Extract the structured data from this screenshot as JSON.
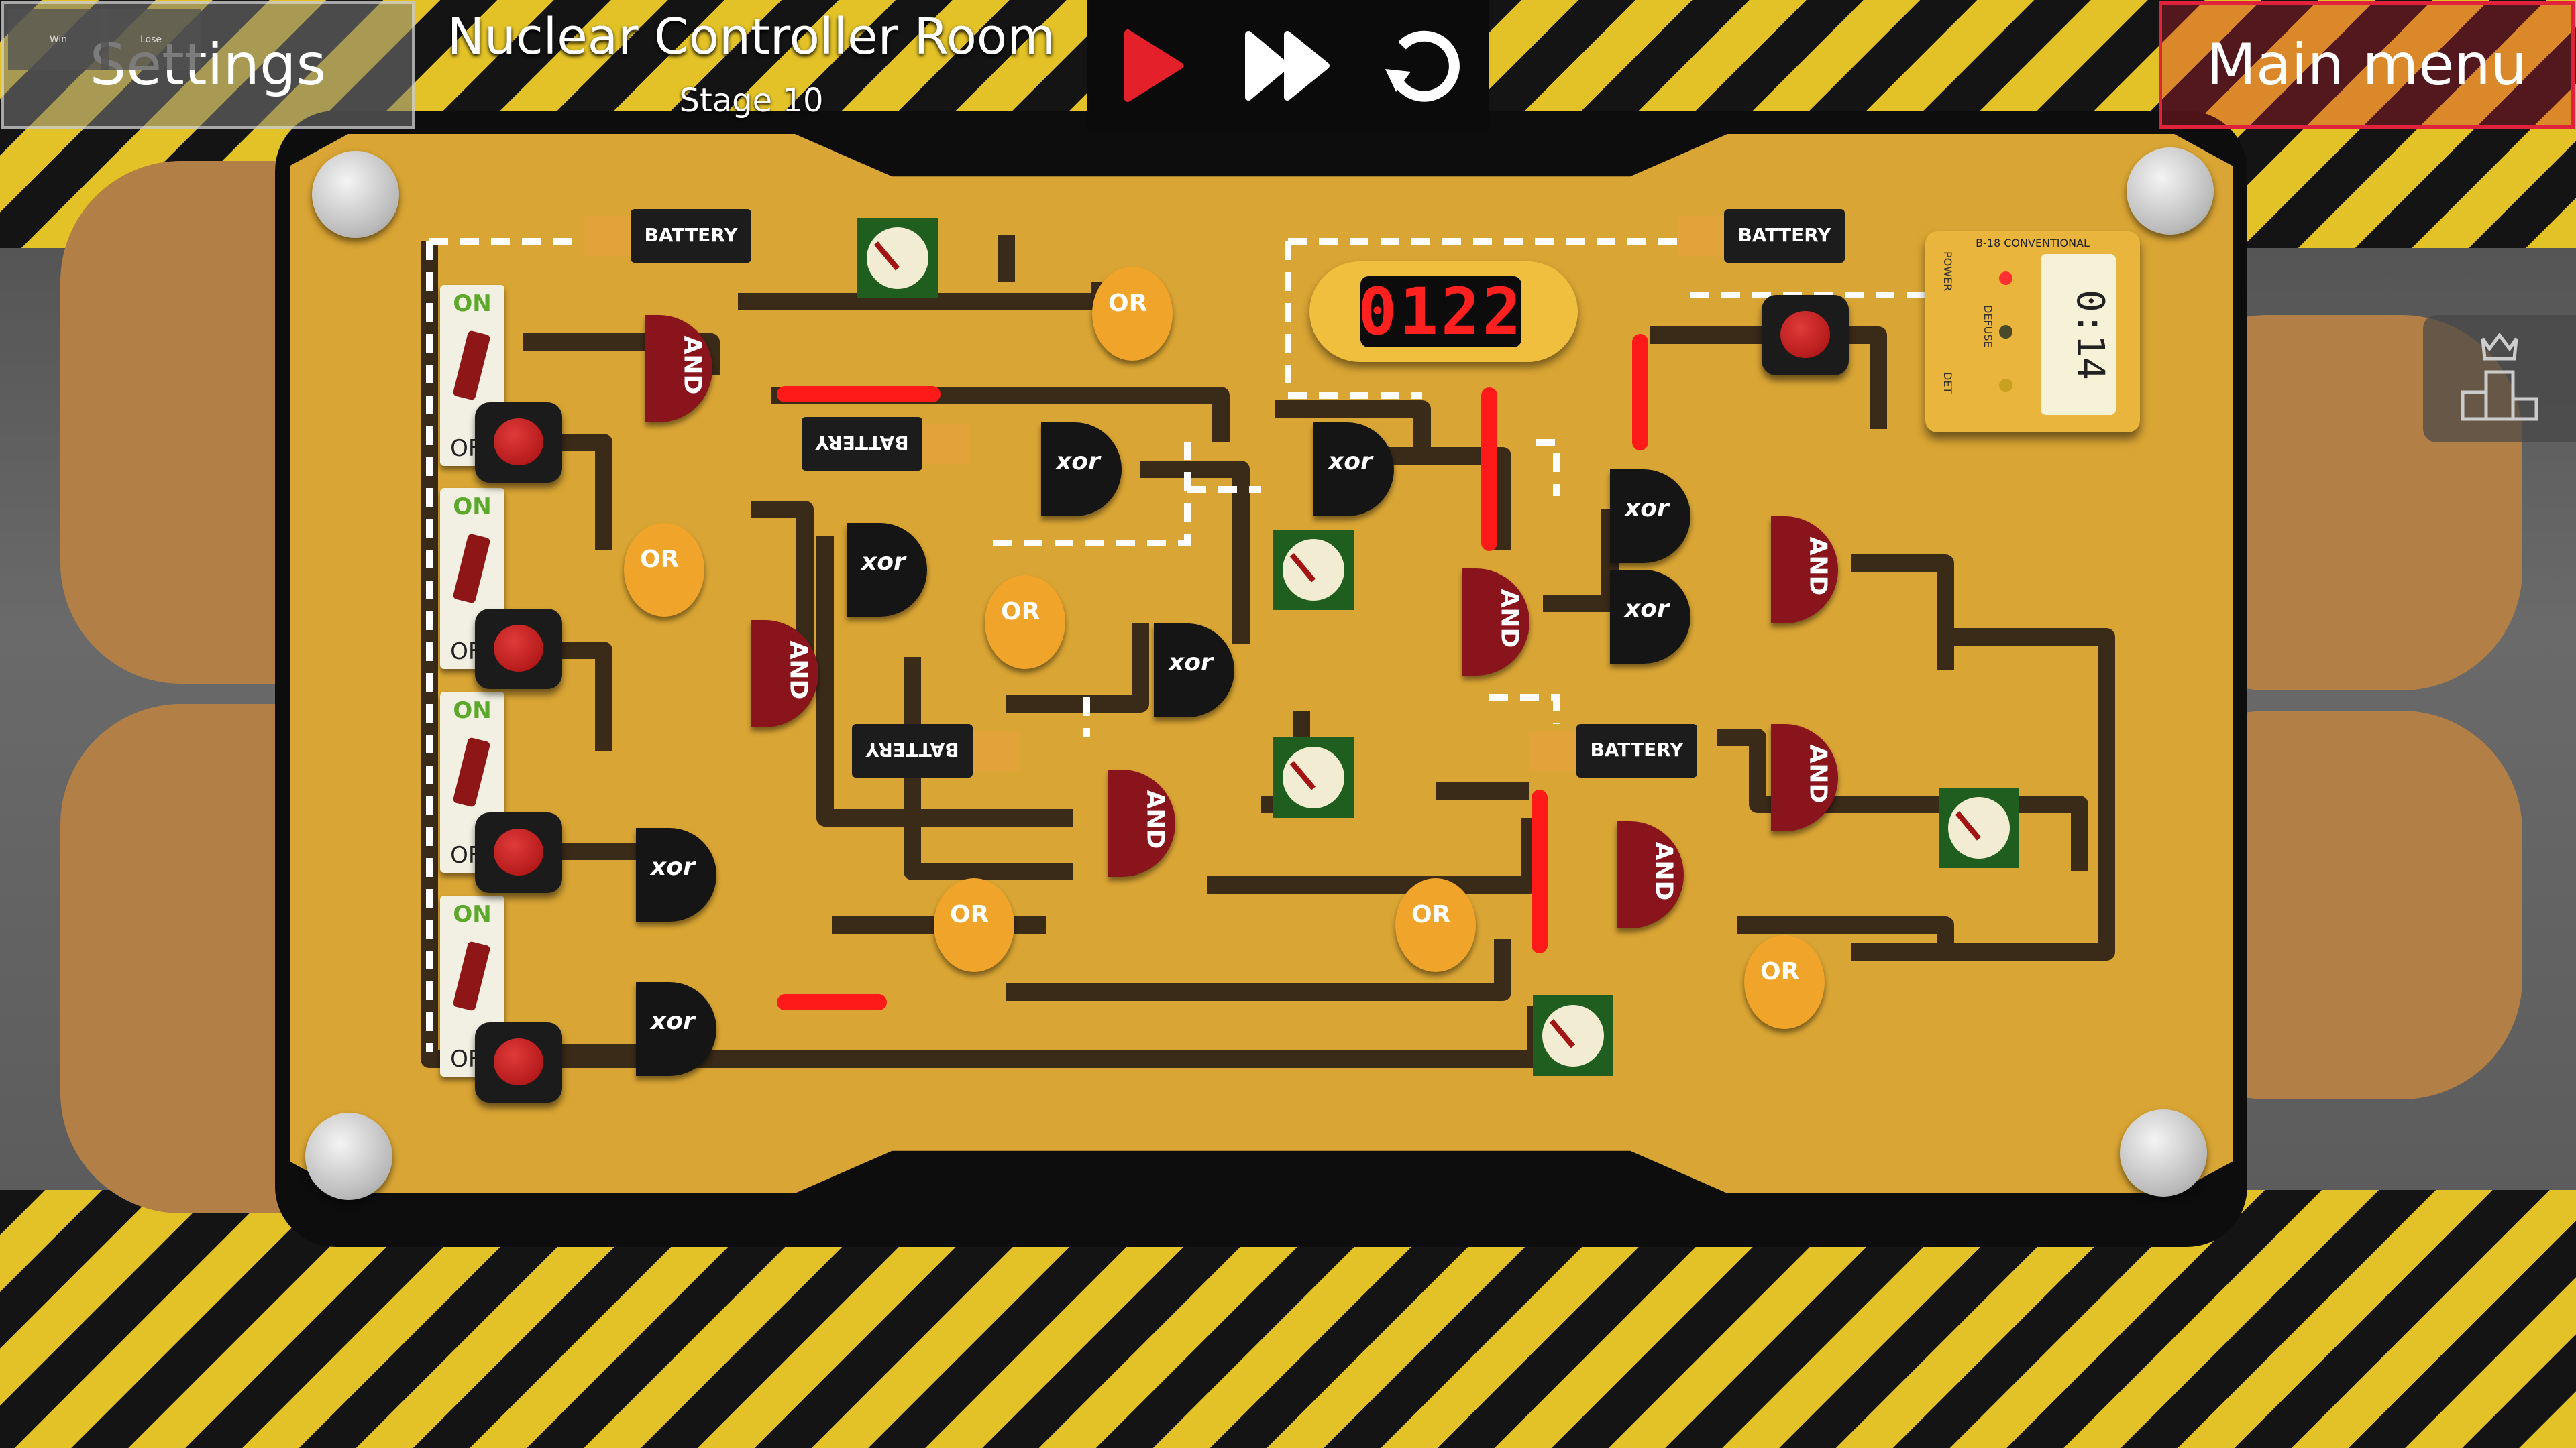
{
  "header": {
    "settings_label": "Settings",
    "win_label": "Win",
    "lose_label": "Lose",
    "room_title": "Nuclear Controller Room",
    "stage_label": "Stage 10",
    "main_menu_label": "Main menu"
  },
  "controls": {
    "play_icon": "play-icon",
    "fast_forward_icon": "fast-forward-icon",
    "restart_icon": "restart-icon"
  },
  "switch_labels": {
    "on": "ON",
    "off": "OFF"
  },
  "battery_label": "BATTERY",
  "gate_labels": {
    "and": "AND",
    "or": "OR",
    "xor": "xor"
  },
  "timer": {
    "display": "0122"
  },
  "defuse_panel": {
    "title": "B-18 CONVENTIONAL",
    "power_label": "POWER",
    "defuse_label": "DEFUSE",
    "det_label": "DET",
    "screen": "0:14"
  },
  "colors": {
    "board": "#d9a534",
    "wire": "#3a2a18",
    "active_wire": "#ff1a1a",
    "accent_red": "#e0223a"
  },
  "leaderboard_icon": "leaderboard-icon"
}
